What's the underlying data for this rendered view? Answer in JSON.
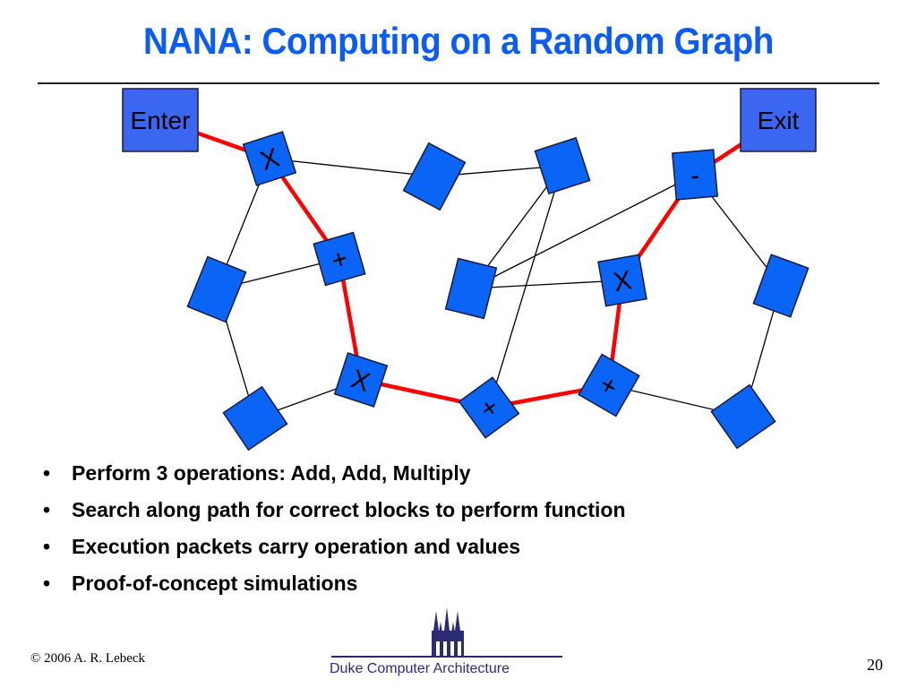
{
  "slide": {
    "title": "NANA: Computing on a Random Graph",
    "bullets": [
      "Perform 3 operations: Add, Add, Multiply",
      "Search along path for correct blocks to perform function",
      "Execution packets carry operation and values",
      "Proof-of-concept simulations"
    ],
    "bullet_glyph": "•",
    "footer": {
      "copyright": "© 2006 A. R. Lebeck",
      "org": "Duke Computer Architecture",
      "page_number": "20"
    },
    "logo_icon": "duke-chapel-logo"
  },
  "diagram": {
    "colors": {
      "node_fill": "#0a64f5",
      "terminal_fill": "#3a66f0",
      "path_edge": "#ff0000",
      "normal_edge": "#000000",
      "title": "#0a5cf5"
    },
    "terminals": [
      {
        "id": "enter",
        "label": "Enter"
      },
      {
        "id": "exit",
        "label": "Exit"
      }
    ],
    "nodes": [
      {
        "id": "n1",
        "label": "X"
      },
      {
        "id": "n2",
        "label": ""
      },
      {
        "id": "n3",
        "label": "+"
      },
      {
        "id": "n4",
        "label": ""
      },
      {
        "id": "n5",
        "label": "X"
      },
      {
        "id": "n6",
        "label": ""
      },
      {
        "id": "n7",
        "label": ""
      },
      {
        "id": "n8",
        "label": "+"
      },
      {
        "id": "n9",
        "label": ""
      },
      {
        "id": "n10",
        "label": "-"
      },
      {
        "id": "n11",
        "label": "X"
      },
      {
        "id": "n12",
        "label": "+"
      },
      {
        "id": "n13",
        "label": ""
      },
      {
        "id": "n14",
        "label": ""
      }
    ],
    "path_edges": [
      [
        "enter",
        "n1"
      ],
      [
        "n1",
        "n3"
      ],
      [
        "n3",
        "n5"
      ],
      [
        "n5",
        "n8"
      ],
      [
        "n8",
        "n12"
      ],
      [
        "n12",
        "n11"
      ],
      [
        "n11",
        "n10"
      ],
      [
        "n10",
        "exit"
      ]
    ],
    "edges": [
      [
        "n1",
        "n2"
      ],
      [
        "n1",
        "n4"
      ],
      [
        "n4",
        "n3"
      ],
      [
        "n4",
        "n6"
      ],
      [
        "n6",
        "n5"
      ],
      [
        "n2",
        "n7"
      ],
      [
        "n7",
        "n8"
      ],
      [
        "n7",
        "n9"
      ],
      [
        "n9",
        "n10"
      ],
      [
        "n9",
        "n11"
      ],
      [
        "n10",
        "n13"
      ],
      [
        "n13",
        "n14"
      ],
      [
        "n12",
        "n14"
      ]
    ]
  }
}
